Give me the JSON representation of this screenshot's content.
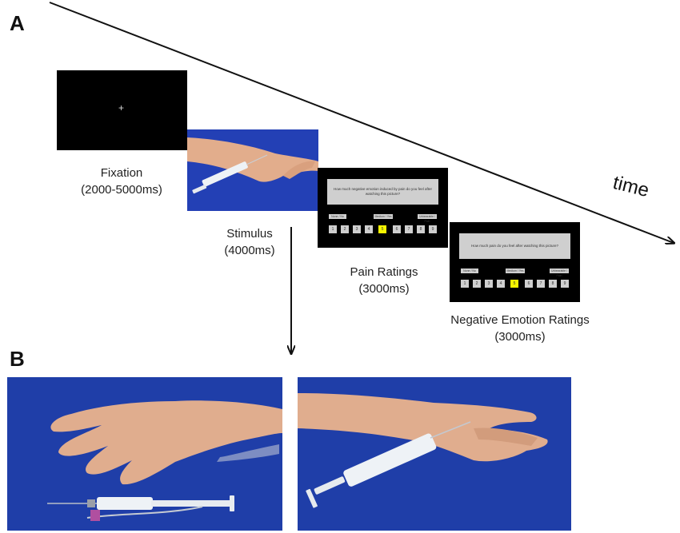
{
  "panel_a": {
    "label": "A"
  },
  "panel_b": {
    "label": "B"
  },
  "time_axis": {
    "label": "time"
  },
  "fixation": {
    "symbol": "+",
    "name": "Fixation",
    "duration": "(2000-5000ms)"
  },
  "stimulus": {
    "name": "Stimulus",
    "duration": "(4000ms)"
  },
  "pain_ratings": {
    "name": "Pain Ratings",
    "duration": "(3000ms)",
    "question": "How much negative emotion induced by pain do you feel after watching this picture?",
    "anchors": [
      "None / No",
      "Medium / Yes",
      "Unbearable / Pain"
    ],
    "scale": [
      "1",
      "2",
      "3",
      "4",
      "5",
      "6",
      "7",
      "8",
      "9"
    ],
    "selected_index": 4
  },
  "negative_emotion_ratings": {
    "name": "Negative Emotion Ratings",
    "duration": "(3000ms)",
    "question": "How much pain do you feel after watching this picture?",
    "anchors": [
      "None / No",
      "Medium / Yes",
      "Unbearable / Pain"
    ],
    "scale": [
      "1",
      "2",
      "3",
      "4",
      "5",
      "6",
      "7",
      "8",
      "9"
    ],
    "selected_index": 4
  },
  "colors": {
    "photo_background": "#1f3ea8",
    "highlight": "#f5f500",
    "screen": "#000000"
  }
}
